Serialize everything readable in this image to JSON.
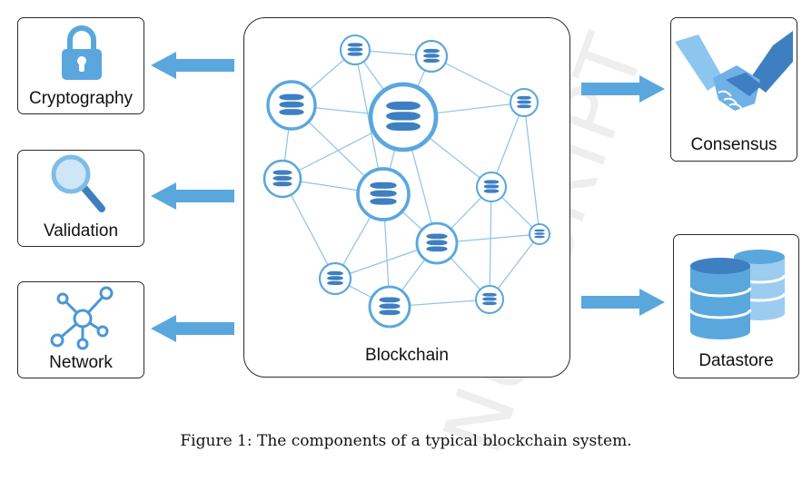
{
  "diagram": {
    "center": {
      "label": "Blockchain"
    },
    "left_components": [
      {
        "label": "Cryptography",
        "icon": "padlock-icon"
      },
      {
        "label": "Validation",
        "icon": "magnifier-icon"
      },
      {
        "label": "Network",
        "icon": "network-graph-icon"
      }
    ],
    "right_components": [
      {
        "label": "Consensus",
        "icon": "handshake-icon"
      },
      {
        "label": "Datastore",
        "icon": "database-stack-icon"
      }
    ],
    "watermark": "NUSCRIPT",
    "caption": "Figure 1: The components of a typical blockchain system."
  },
  "colors": {
    "accent_blue": "#5aa7de",
    "dark_blue": "#3e7fc1",
    "light_blue": "#9ccdf0",
    "node_fill": "#e6f2fb",
    "border": "#2b2b2b"
  }
}
